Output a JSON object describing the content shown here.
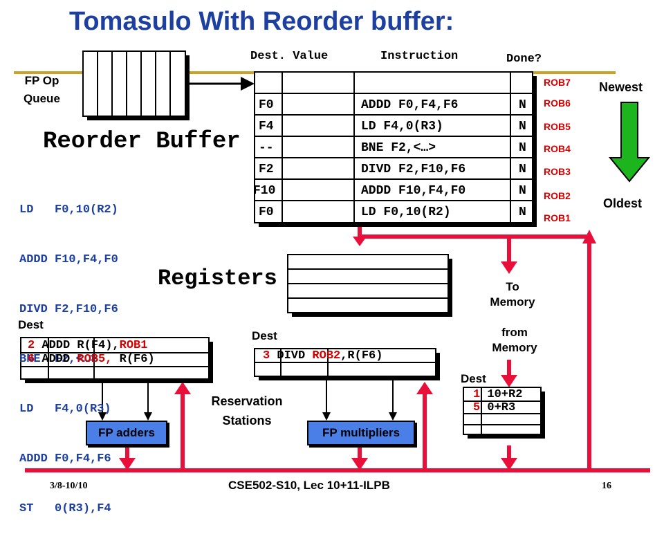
{
  "title": "Tomasulo With Reorder buffer:",
  "fp_op_queue_label": [
    "FP Op",
    "Queue"
  ],
  "reorder_buffer": {
    "label": "Reorder Buffer",
    "col_headers": {
      "dest_value": "Dest. Value",
      "instruction": "Instruction",
      "done": "Done?"
    },
    "rows": [
      {
        "dest": "",
        "instr": "",
        "done": "",
        "rob": "ROB7"
      },
      {
        "dest": "F0",
        "instr": "ADDD F0,F4,F6",
        "done": "N",
        "rob": "ROB6"
      },
      {
        "dest": "F4",
        "instr": "LD F4,0(R3)",
        "done": "N",
        "rob": "ROB5"
      },
      {
        "dest": "--",
        "instr": "BNE F2,<…>",
        "done": "N",
        "rob": "ROB4"
      },
      {
        "dest": "F2",
        "instr": "DIVD F2,F10,F6",
        "done": "N",
        "rob": "ROB3"
      },
      {
        "dest": "F10",
        "instr": "ADDD F10,F4,F0",
        "done": "N",
        "rob": "ROB2"
      },
      {
        "dest": "F0",
        "instr": "LD F0,10(R2)",
        "done": "N",
        "rob": "ROB1"
      }
    ],
    "newest": "Newest",
    "oldest": "Oldest"
  },
  "code": [
    "LD   F0,10(R2)",
    "ADDD F10,F4,F0",
    "DIVD F2,F10,F6",
    "BNE  F2,<…>",
    "LD   F4,0(R3)",
    "ADDD F0,F4,F6",
    "ST   0(R3),F4"
  ],
  "registers_label": "Registers",
  "to_memory": [
    "To",
    "Memory"
  ],
  "from_memory": [
    "from",
    "Memory"
  ],
  "reservation_stations_label": [
    "Reservation",
    "Stations"
  ],
  "adders": {
    "dest_label": "Dest",
    "rows": [
      {
        "dest": "2",
        "op": "ADDD",
        "src1": "R(F4),",
        "src2": "ROB1"
      },
      {
        "dest": "6",
        "op": "ADDD",
        "src1": "ROB5,",
        "src2": "R(F6)"
      }
    ],
    "unit": "FP adders"
  },
  "multipliers": {
    "dest_label": "Dest",
    "rows": [
      {
        "dest": "3",
        "op": "DIVD",
        "src1": "ROB2",
        "src2": ",R(F6)"
      }
    ],
    "unit": "FP multipliers"
  },
  "memory": {
    "dest_label": "Dest",
    "rows": [
      {
        "dest": "1",
        "addr": "10+R2"
      },
      {
        "dest": "5",
        "addr": "0+R3"
      }
    ]
  },
  "footer": {
    "left": "3/8-10/10",
    "center": "CSE502-S10, Lec 10+11-ILPB",
    "right": "16"
  }
}
